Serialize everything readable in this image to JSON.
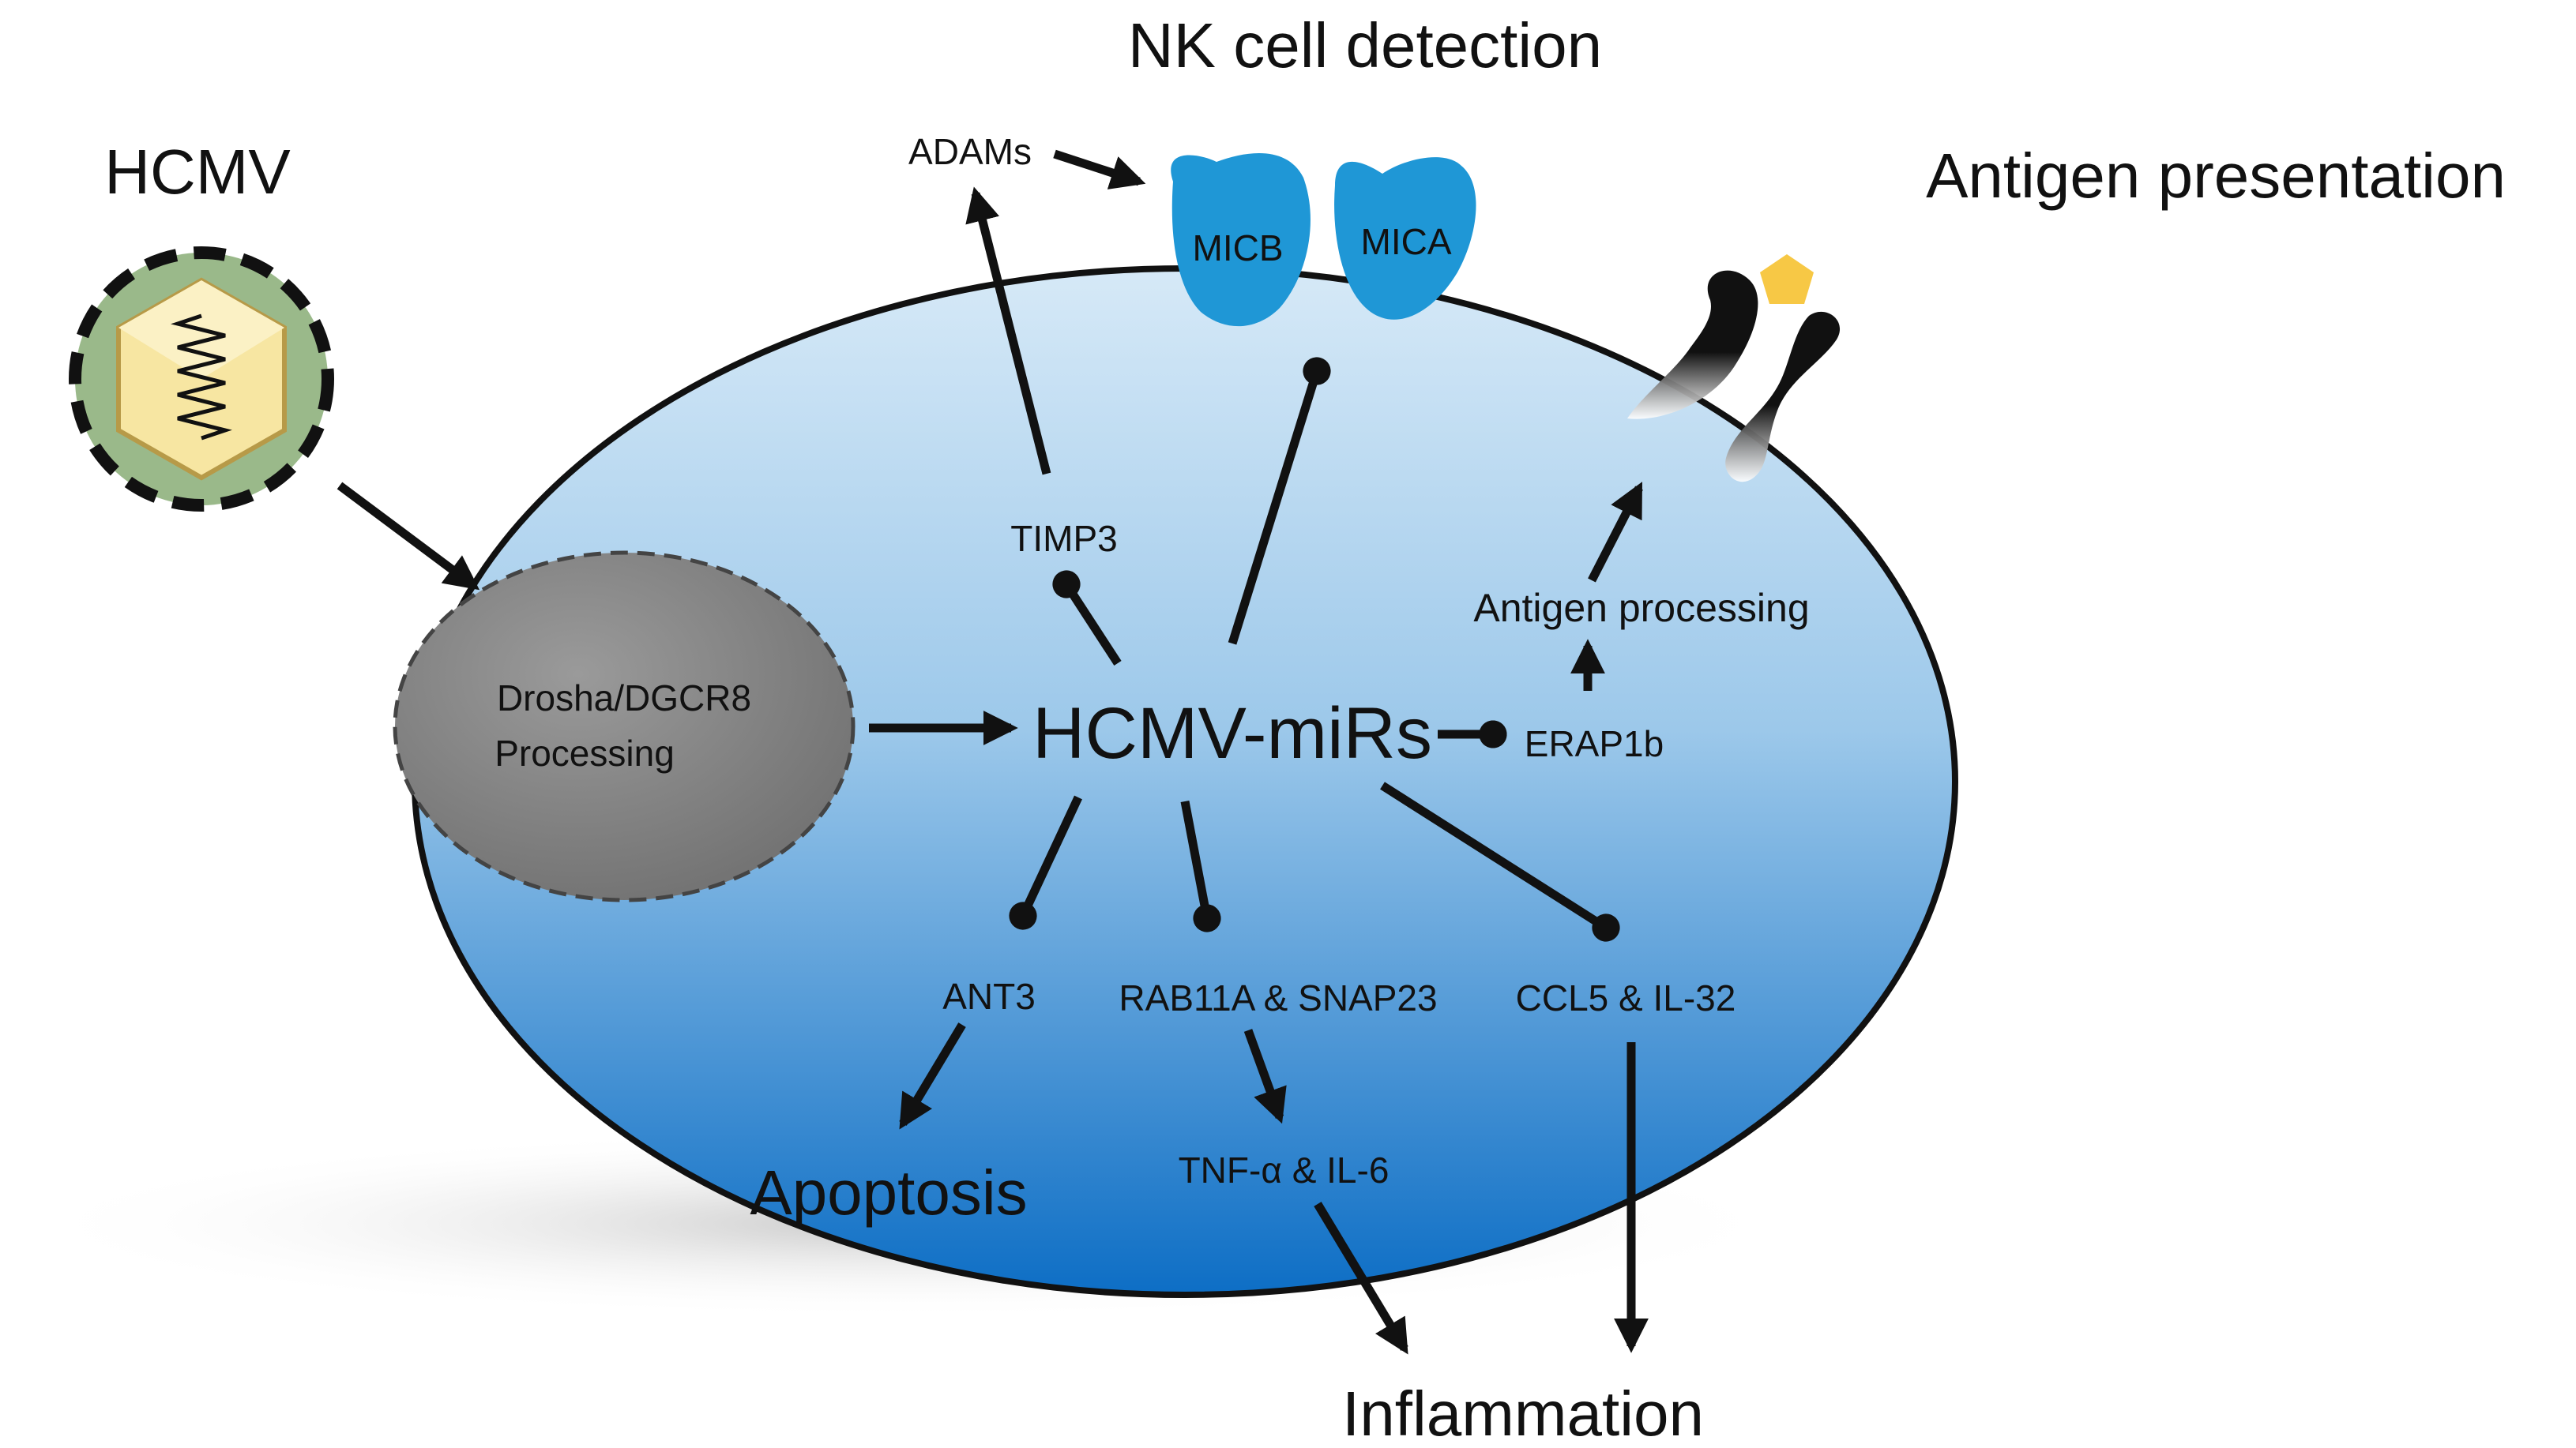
{
  "colors": {
    "cell_fill_top": "#d6e9f7",
    "cell_fill_bottom": "#0d6ec5",
    "cell_border": "#111111",
    "processing_fill": "#6f6f6f",
    "receptor_fill": "#1f97d6",
    "virus_envelope": "#9ab98a",
    "virus_capsid": "#f7e6a2",
    "antigen_peptide": "#f7c845",
    "shadow": "#c8c8c8"
  },
  "labels": {
    "hcmv": "HCMV",
    "nk_detection": "NK cell detection",
    "antigen_presentation": "Antigen presentation",
    "adams": "ADAMs",
    "micb": "MICB",
    "mica": "MICA",
    "timp3": "TIMP3",
    "drosha_line1": "Drosha/DGCR8",
    "drosha_line2": "Processing",
    "hcmv_mirs": "HCMV-miRs",
    "erap1b": "ERAP1b",
    "antigen_processing": "Antigen processing",
    "ant3": "ANT3",
    "rab11a_snap23": "RAB11A & SNAP23",
    "ccl5_il32": "CCL5 & IL-32",
    "tnf_il6": "TNF-α & IL-6",
    "apoptosis": "Apoptosis",
    "inflammation": "Inflammation"
  },
  "icons": [
    "virus-icon",
    "mhc-receptor-icon",
    "antigen-peptide-icon"
  ]
}
